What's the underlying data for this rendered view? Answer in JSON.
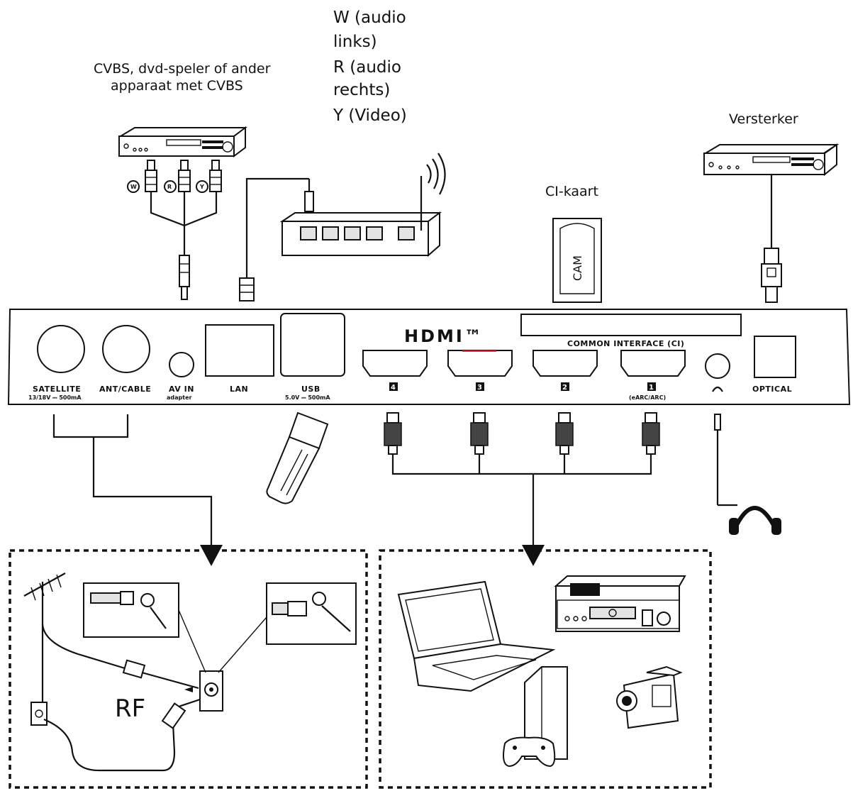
{
  "labels": {
    "cvbs_line1": "CVBS, dvd-speler of ander",
    "cvbs_line2": "apparaat met CVBS",
    "audio_w_line1": "W (audio",
    "audio_w_line2": "links)",
    "audio_r_line1": "R (audio",
    "audio_r_line2": "rechts)",
    "video_y": "Y (Video)",
    "versterker": "Versterker",
    "ci_kaart": "CI-kaart",
    "cam": "CAM",
    "rf": "RF",
    "plug_w": "W",
    "plug_r": "R",
    "plug_y": "Y"
  },
  "panel": {
    "satellite": "SATELLITE",
    "satellite_spec": "13/18V ⎓ 500mA",
    "ant_cable": "ANT/CABLE",
    "av_in": "AV IN",
    "av_in_sub": "adapter",
    "lan": "LAN",
    "usb": "USB",
    "usb_spec": "5.0V ⎓ 500mA",
    "hdmi_logo": "HDMI™",
    "common_interface": "COMMON INTERFACE (CI)",
    "hdmi_4": "4",
    "hdmi_3": "3",
    "hdmi_2": "2",
    "hdmi_1": "1",
    "earc": "(eARC/ARC)",
    "optical": "OPTICAL"
  },
  "icons": [
    "dvd-player-icon",
    "router-icon",
    "amplifier-icon",
    "cam-card-icon",
    "usb-stick-icon",
    "headphones-icon",
    "antenna-icon",
    "laptop-icon",
    "media-player-icon",
    "game-console-icon",
    "camcorder-icon"
  ]
}
